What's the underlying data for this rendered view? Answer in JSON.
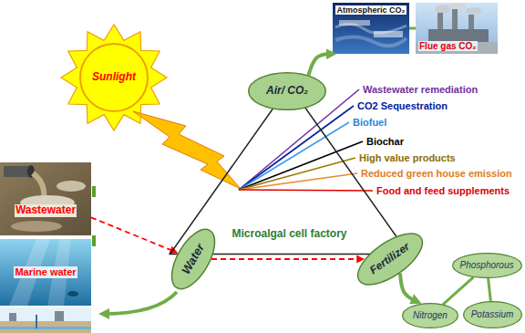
{
  "diagram": {
    "nodes": [
      {
        "text": [
          "Atmospheric CO₂"
        ]
      },
      {
        "text": [
          "Flue gas CO₂"
        ]
      },
      {
        "text": [
          "Sunlight"
        ]
      },
      {
        "text": [
          "Air/ CO₂"
        ]
      },
      {
        "text": [
          "Microalgal cell factory"
        ]
      },
      {
        "text": [
          "Wastewater"
        ]
      },
      {
        "text": [
          "Marine water"
        ]
      },
      {
        "text": [
          "Water"
        ]
      },
      {
        "text": [
          "Fertilizer"
        ]
      },
      {
        "text": [
          "Nitrogen"
        ]
      },
      {
        "text": [
          "Phosphorous"
        ]
      },
      {
        "text": [
          "Potassium"
        ]
      }
    ],
    "edges": [
      {
        "from": 3,
        "to": 0,
        "arrow": "to"
      },
      {
        "from": 0,
        "to": 1,
        "arrow": "none"
      },
      {
        "from": 5,
        "to": 7,
        "arrow": "to"
      },
      {
        "from": 7,
        "to": 8,
        "arrow": "to"
      },
      {
        "from": 8,
        "to": 9,
        "arrow": "to"
      },
      {
        "from": 9,
        "to": 10,
        "arrow": "none"
      },
      {
        "from": 10,
        "to": 11,
        "arrow": "none"
      }
    ],
    "labels": [
      "Wastewater remediation",
      "CO2 Sequestration",
      "Biofuel",
      "Biochar",
      "High value products",
      "Reduced green house emission",
      "Food and feed supplements"
    ]
  }
}
